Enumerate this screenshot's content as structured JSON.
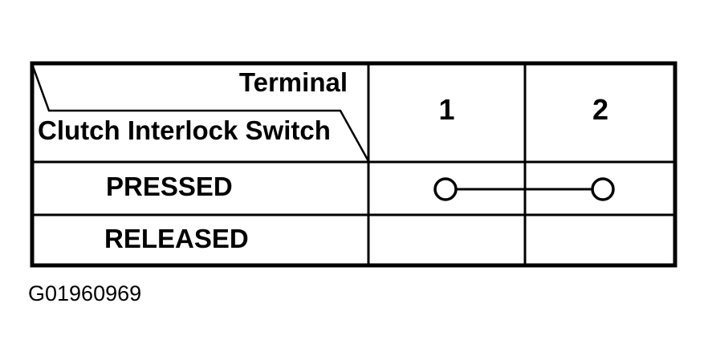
{
  "figure": {
    "id_label": "G01960969"
  },
  "table": {
    "corner": {
      "top_label": "Terminal",
      "bottom_label": "Clutch Interlock Switch"
    },
    "columns": [
      "1",
      "2"
    ],
    "rows": [
      {
        "label": "PRESSED",
        "continuity": "1-2"
      },
      {
        "label": "RELEASED",
        "continuity": ""
      }
    ]
  },
  "colors": {
    "ink": "#000000",
    "paper": "#ffffff"
  }
}
